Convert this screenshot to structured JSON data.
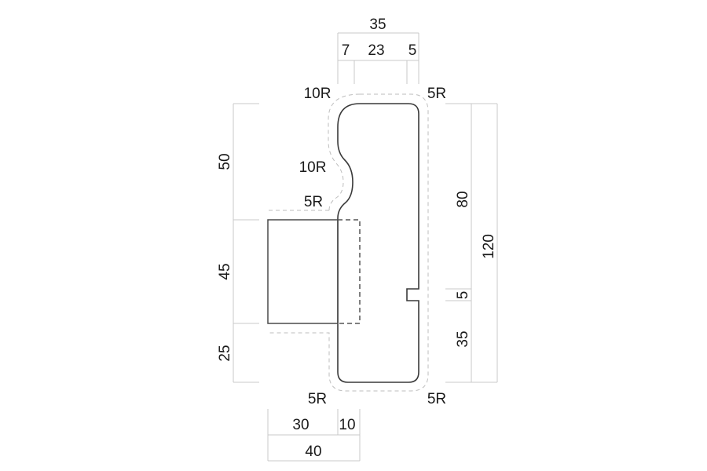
{
  "drawing": {
    "title": "Profile section dimension drawing",
    "top_dimensions": {
      "overall": "35",
      "segments": [
        "7",
        "23",
        "5"
      ]
    },
    "left_dimensions": [
      "50",
      "45",
      "25"
    ],
    "right_dimensions": {
      "segments": [
        "80",
        "5",
        "35"
      ],
      "overall": "120"
    },
    "bottom_dimensions": {
      "segments": [
        "30",
        "10"
      ],
      "overall": "40"
    },
    "radius_labels": {
      "top_left": "10R",
      "top_right": "5R",
      "concave": "10R",
      "step": "5R",
      "bottom_left": "5R",
      "bottom_right": "5R"
    }
  }
}
